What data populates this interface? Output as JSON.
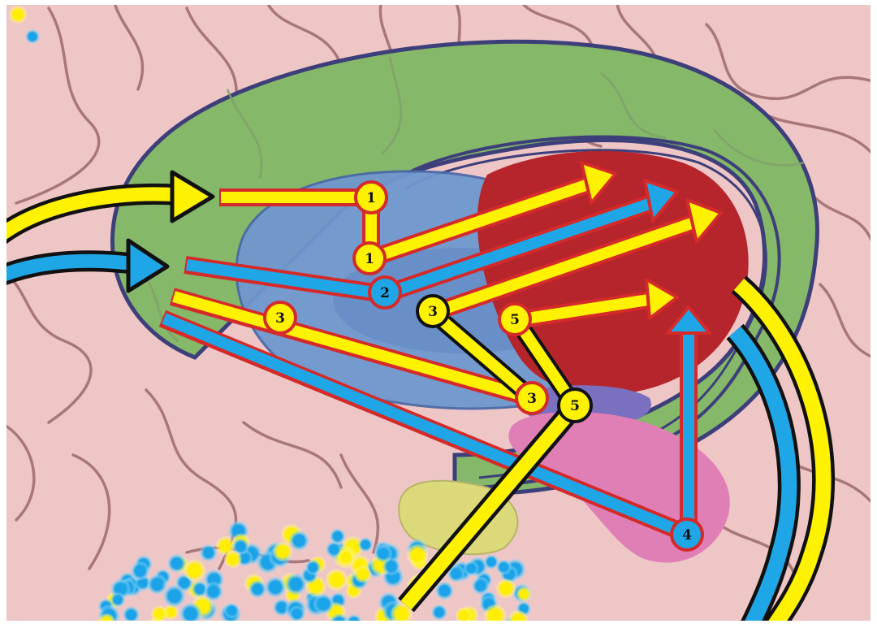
{
  "colors": {
    "background_tissue": "#efc6c6",
    "sulci": "#a8777a",
    "cortex_green": "#86b86a",
    "outline": "#3d3f7a",
    "blue_nucleus": "#6f98cf",
    "red_region": "#b5252b",
    "pink_region": "#e07fb5",
    "purple_region": "#7b6fbf",
    "yellow_region": "#dcd97a",
    "pathway_yellow": "#fff200",
    "pathway_blue": "#1fa6e6",
    "pathway_border_red": "#d42a2a",
    "pathway_border_black": "#111111"
  },
  "markers": [
    {
      "label": "1",
      "fill": "yellow",
      "border": "red"
    },
    {
      "label": "1",
      "fill": "yellow",
      "border": "red"
    },
    {
      "label": "2",
      "fill": "blue",
      "border": "red"
    },
    {
      "label": "3",
      "fill": "yellow",
      "border": "red"
    },
    {
      "label": "3",
      "fill": "yellow",
      "border": "black"
    },
    {
      "label": "3",
      "fill": "yellow",
      "border": "red"
    },
    {
      "label": "5",
      "fill": "yellow",
      "border": "red"
    },
    {
      "label": "5",
      "fill": "yellow",
      "border": "black"
    },
    {
      "label": "4",
      "fill": "blue",
      "border": "red"
    }
  ]
}
